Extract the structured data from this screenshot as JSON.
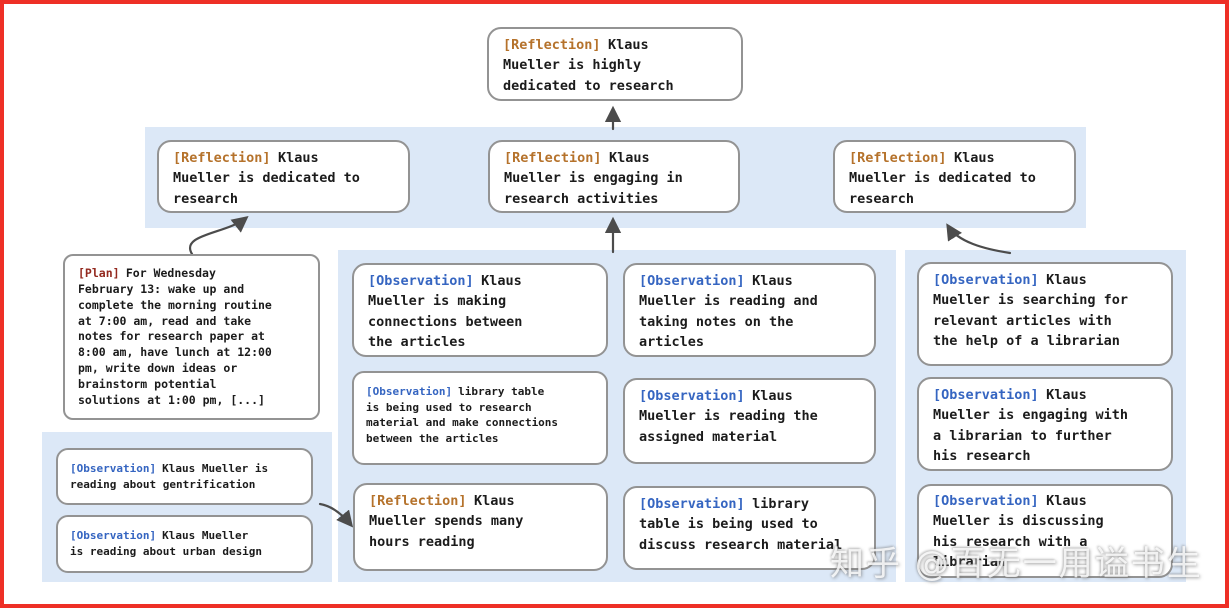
{
  "colors": {
    "frame_border": "#ee2f26",
    "band_background": "#dce8f7",
    "node_border": "#939393",
    "reflection_label": "#b5722b",
    "observation_label": "#3565c1",
    "plan_label": "#93291f",
    "arrow": "#4c4c4c"
  },
  "nodes": {
    "root": {
      "tag": "[Reflection]",
      "text": "Klaus\nMueller is highly\ndedicated to research"
    },
    "reflection_left": {
      "tag": "[Reflection]",
      "text": "Klaus\nMueller is dedicated to\nresearch"
    },
    "reflection_mid": {
      "tag": "[Reflection]",
      "text": "Klaus\nMueller is engaging in\nresearch activities"
    },
    "reflection_right": {
      "tag": "[Reflection]",
      "text": "Klaus\nMueller is dedicated to\nresearch"
    },
    "plan": {
      "tag": "[Plan]",
      "text": "For Wednesday\nFebruary 13: wake up and\ncomplete the morning routine\nat 7:00 am, read and take\nnotes for research paper at\n8:00 am, have lunch at 12:00\npm, write down ideas or\nbrainstorm potential\nsolutions at 1:00 pm, [...]"
    },
    "obs_gentrification": {
      "tag": "[Observation]",
      "text": "Klaus Mueller is\nreading about gentrification"
    },
    "obs_urban_design": {
      "tag": "[Observation]",
      "text": "Klaus Mueller\nis reading about urban design"
    },
    "obs_connections": {
      "tag": "[Observation]",
      "text": "Klaus\nMueller is making\nconnections between\nthe articles"
    },
    "obs_library_research": {
      "tag": "[Observation]",
      "text": "library table\nis being used to research\nmaterial and make connections\nbetween the articles"
    },
    "reflection_hours": {
      "tag": "[Reflection]",
      "text": "Klaus\nMueller spends many\nhours reading"
    },
    "obs_taking_notes": {
      "tag": "[Observation]",
      "text": "Klaus\nMueller is reading and\ntaking notes on the\narticles"
    },
    "obs_assigned": {
      "tag": "[Observation]",
      "text": "Klaus\nMueller is reading the\nassigned material"
    },
    "obs_library_discuss": {
      "tag": "[Observation]",
      "text": "library\ntable is being used to\ndiscuss research material"
    },
    "obs_searching": {
      "tag": "[Observation]",
      "text": "Klaus\nMueller is searching for\nrelevant articles with\nthe help of a librarian"
    },
    "obs_engaging": {
      "tag": "[Observation]",
      "text": "Klaus\nMueller is engaging with\na librarian to further\nhis research"
    },
    "obs_discussing": {
      "tag": "[Observation]",
      "text": "Klaus\nMueller is discussing\nhis research with a\nlibrarian"
    }
  },
  "watermark": {
    "text": "知乎 @百无一用谥书生"
  }
}
